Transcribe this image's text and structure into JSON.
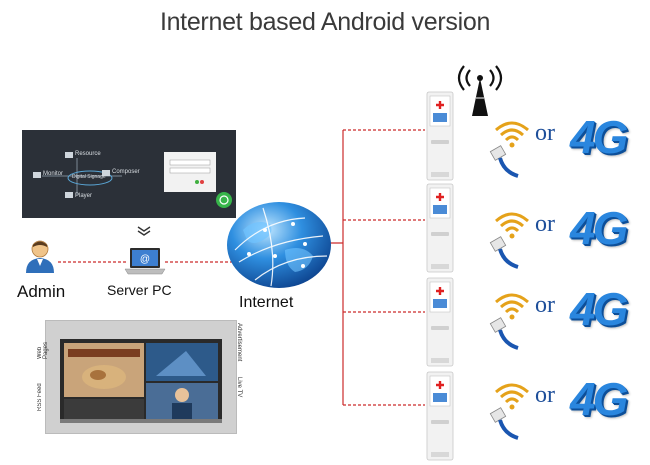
{
  "title": "Internet based Android version",
  "nodes": {
    "admin": "Admin",
    "server_pc": "Server PC",
    "internet": "Internet"
  },
  "software_panel": {
    "resource": "Resource",
    "monitor": "Monitor",
    "composer": "Composer",
    "digital_signage": "Digital Signage",
    "player": "Player"
  },
  "signage_display": {
    "left_labels": [
      "Web Pages",
      "RSS Feed"
    ],
    "right_labels": [
      "Advertisement",
      "Live TV"
    ]
  },
  "kiosk_rows": [
    {
      "or": "or",
      "network": "4G"
    },
    {
      "or": "or",
      "network": "4G"
    },
    {
      "or": "or",
      "network": "4G"
    },
    {
      "or": "or",
      "network": "4G"
    }
  ],
  "colors": {
    "link_line": "#cc2b2b",
    "network_4g": "#2a86de",
    "or_text": "#1d4e9a",
    "wifi": "#e5a21a"
  },
  "icons": [
    "antenna-icon",
    "wifi-icon",
    "ethernet-plug-icon",
    "globe-icon",
    "laptop-icon",
    "user-icon",
    "chevron-down-icon"
  ]
}
